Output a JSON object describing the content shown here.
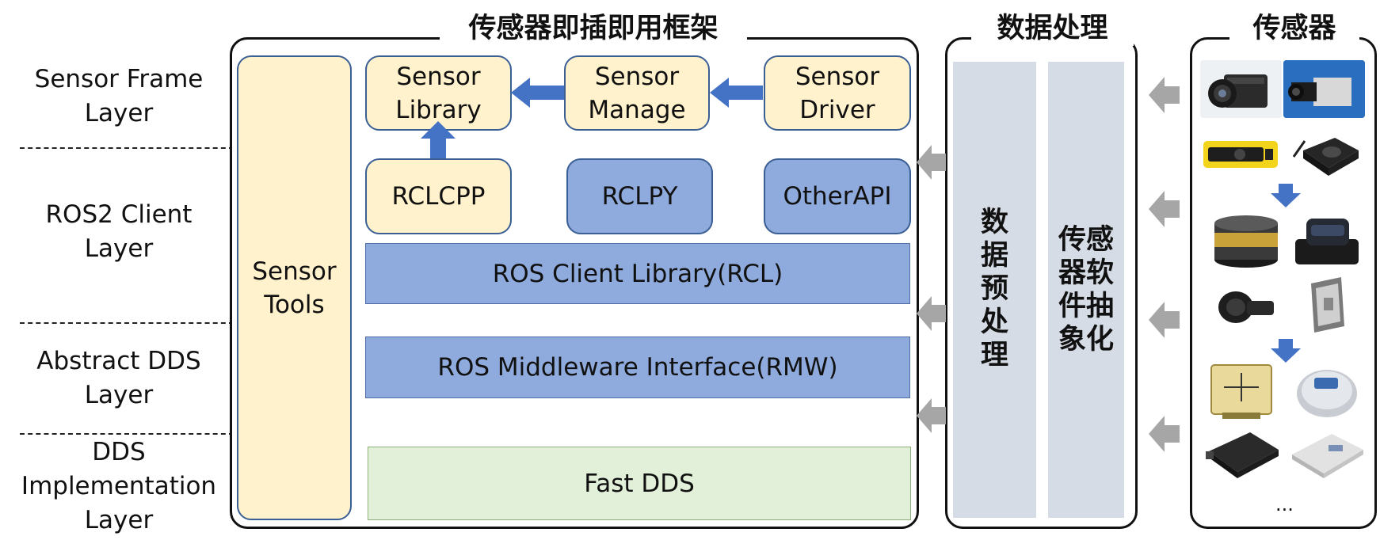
{
  "layers": {
    "sensor_frame": "Sensor Frame\nLayer",
    "ros2_client": "ROS2 Client\nLayer",
    "abstract_dds": "Abstract DDS\nLayer",
    "dds_impl": "DDS\nImplementation\nLayer"
  },
  "framework": {
    "title": "传感器即插即用框架",
    "sensor_tools": "Sensor\nTools",
    "sensor_library": "Sensor\nLibrary",
    "sensor_manage": "Sensor\nManage",
    "sensor_driver": "Sensor\nDriver",
    "rclcpp": "RCLCPP",
    "rclpy": "RCLPY",
    "otherapi": "OtherAPI",
    "rcl": "ROS Client Library(RCL)",
    "rmw": "ROS Middleware Interface(RMW)",
    "fast_dds": "Fast DDS"
  },
  "processing": {
    "title": "数据处理",
    "preprocess": "数\n据\n预\n处\n理",
    "abstraction": "传感\n器软\n件抽\n象化"
  },
  "sensors": {
    "title": "传感器",
    "more": "..."
  },
  "colors": {
    "yellow_fill": "#fff2cc",
    "blue_fill": "#8faadc",
    "green_fill": "#e2f0d9",
    "gray_fill": "#d6dce5",
    "arrow_blue": "#4472c4",
    "arrow_gray": "#a6a6a6"
  }
}
